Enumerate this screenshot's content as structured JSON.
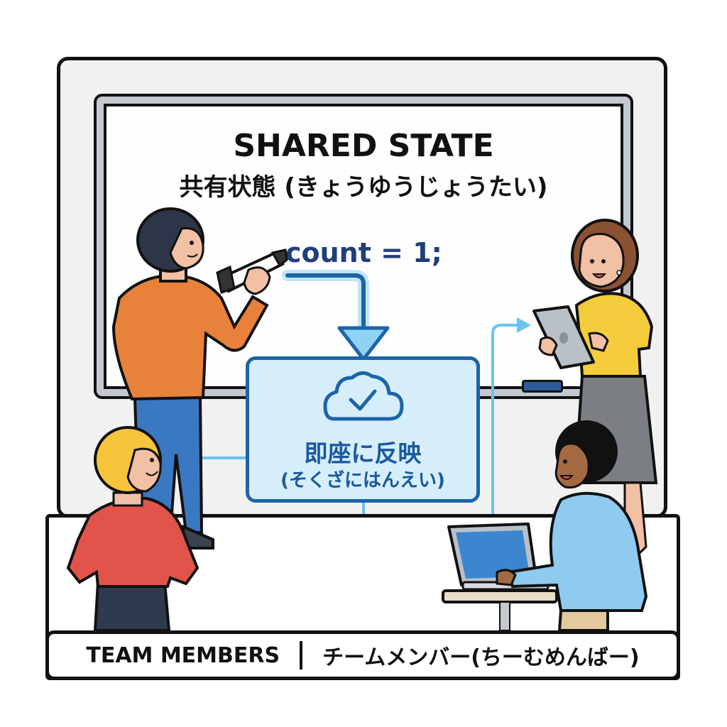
{
  "board": {
    "title": "SHARED STATE",
    "subtitle": "共有状態 (きょうゆうじょうたい)",
    "code": "count = 1;"
  },
  "sync_box": {
    "icon": "cloud-check-icon",
    "title": "即座に反映",
    "subtitle": "(そくざにはんえい)"
  },
  "footer": {
    "label_en": "TEAM MEMBERS",
    "label_jp": "チームメンバー(ちーむめんばー)"
  },
  "people": [
    {
      "role": "writer",
      "shirt": "#e8823a",
      "pants": "#3a78c2",
      "hair": "#2e3548"
    },
    {
      "role": "tablet-user",
      "shirt": "#f5cc3b",
      "skirt": "#7b7f84",
      "hair": "#8a5232"
    },
    {
      "role": "laptop-user",
      "shirt": "#8ecbee",
      "pants": "#e3c99c",
      "hair": "#111111"
    },
    {
      "role": "observer",
      "shirt": "#e2544a",
      "pants": "#2e3a4d",
      "hair": "#f5c53b"
    }
  ],
  "colors": {
    "accent": "#1d64a8",
    "accent_light": "#d5eefa",
    "connector": "#6cc2ee",
    "code": "#1f3f7a"
  }
}
